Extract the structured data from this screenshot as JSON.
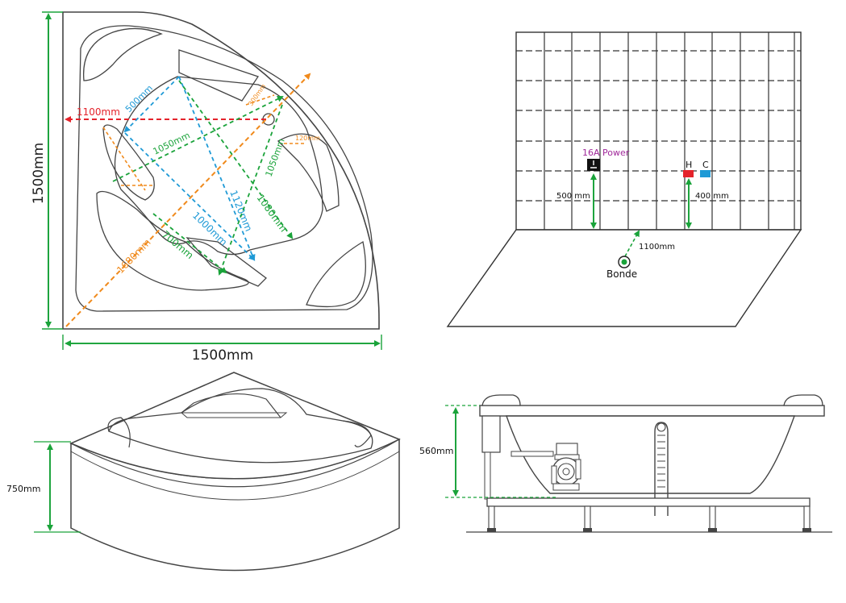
{
  "colors": {
    "green": "#1aa33a",
    "red": "#e4232b",
    "blue": "#1f9ad6",
    "orange": "#f08a1c",
    "purple": "#a0289a",
    "outline": "#444444"
  },
  "top_view": {
    "height_label": "1500mm",
    "width_label": "1500mm",
    "dims": {
      "d1100": "1100mm",
      "d500": "500mm",
      "d300": "300mm",
      "d120": "120mm",
      "d1050a": "1050mm",
      "d1050b": "1050mm",
      "d1120": "1120mm",
      "d1080": "1080mm",
      "d1000": "1000mm",
      "d700": "700mm",
      "d1680": "1680mm"
    }
  },
  "wall_view": {
    "power_label": "16A Power",
    "hot_label": "H",
    "cold_label": "C",
    "dim_500": "500 mm",
    "dim_400": "400 mm",
    "dim_1100": "1100mm",
    "drain_label": "Bonde"
  },
  "front_view": {
    "height_label": "750mm"
  },
  "side_view": {
    "height_label": "560mm"
  }
}
